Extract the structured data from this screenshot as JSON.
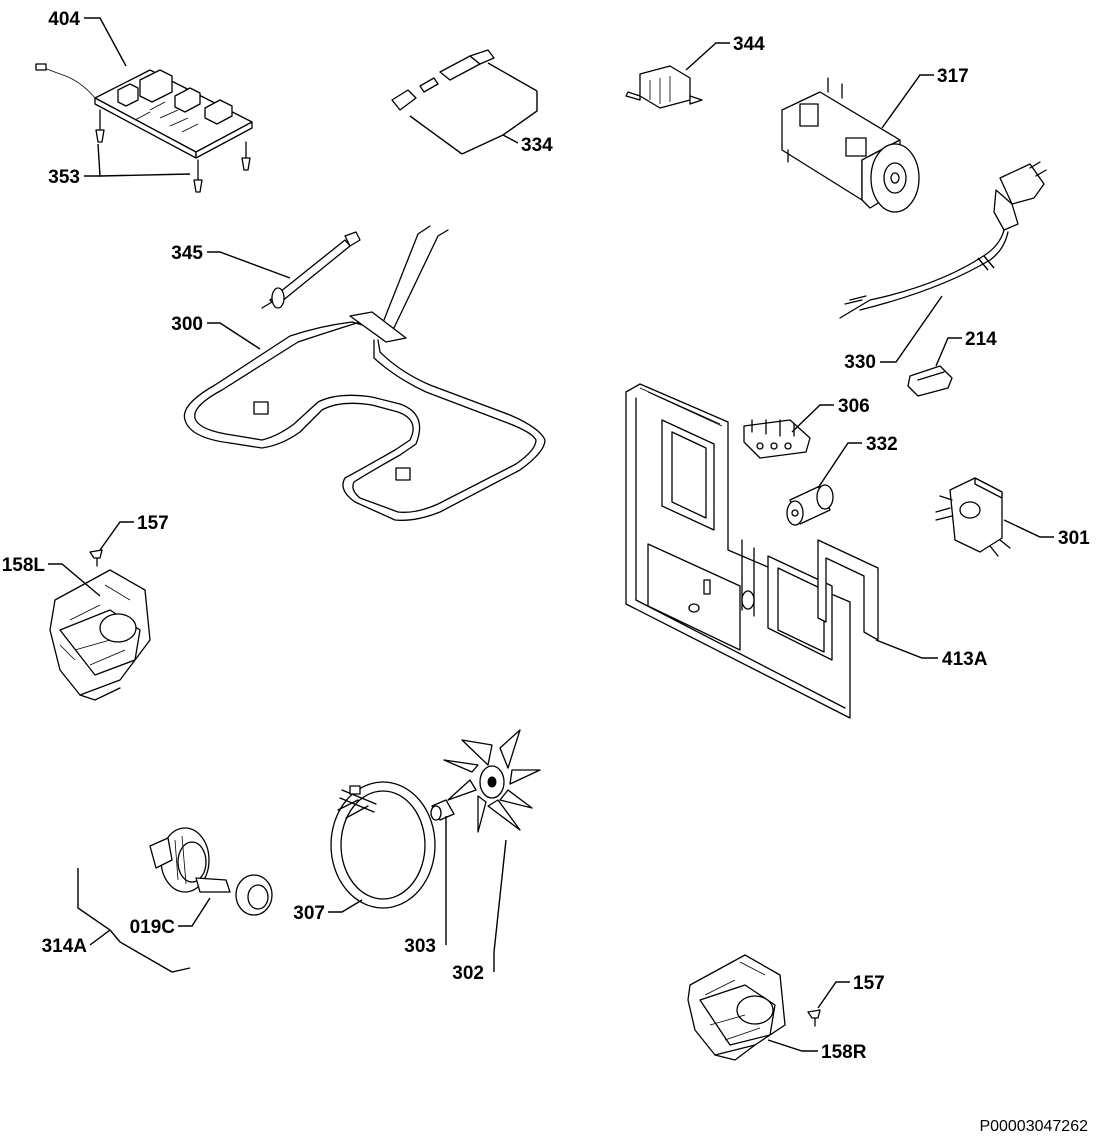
{
  "labels": {
    "p404": "404",
    "p353": "353",
    "p334": "334",
    "p344": "344",
    "p317": "317",
    "p345": "345",
    "p300": "300",
    "p330": "330",
    "p214": "214",
    "p306": "306",
    "p332": "332",
    "p301": "301",
    "p413A": "413A",
    "p157a": "157",
    "p158L": "158L",
    "p307": "307",
    "p303": "303",
    "p302": "302",
    "p019C": "019C",
    "p314A": "314A",
    "p157b": "157",
    "p158R": "158R"
  },
  "reference": "P00003047262"
}
